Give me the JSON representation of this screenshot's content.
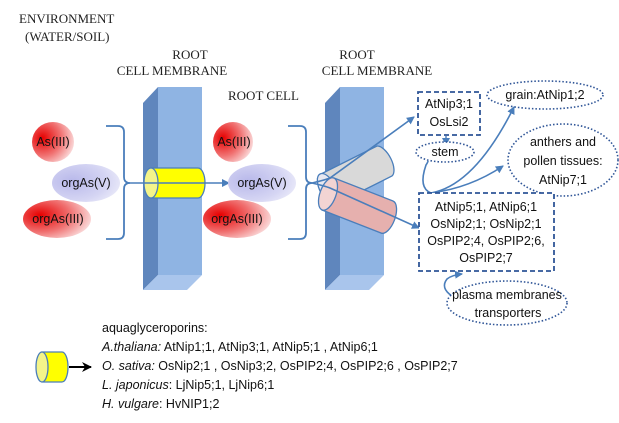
{
  "labels": {
    "environment": [
      "ENVIRONMENT",
      "(WATER/SOIL)"
    ],
    "membrane_left": [
      "ROOT",
      "CELL MEMBRANE"
    ],
    "membrane_right": [
      "ROOT",
      "CELL MEMBRANE"
    ],
    "root_cell": "ROOT CELL"
  },
  "molecules_outside": [
    "As(III)",
    "orgAs(V)",
    "orgAs(III)"
  ],
  "molecules_inside": [
    "As(III)",
    "orgAs(V)",
    "orgAs(III)"
  ],
  "boxes": {
    "stem_transporters": [
      "AtNip3;1",
      "OsLsi2"
    ],
    "plasma_transporters": [
      "AtNip5;1, AtNip6;1",
      "OsNip2;1; OsNip2;1",
      "OsPIP2;4, OsPIP2;6,",
      "OsPIP2;7"
    ]
  },
  "ovals": {
    "grain": "grain:AtNip1;2",
    "stem": "stem",
    "anthers": [
      "anthers and",
      "pollen tissues:",
      "AtNip7;1"
    ],
    "plasma": [
      "plasma membranes",
      "transporters"
    ]
  },
  "legend": {
    "title": "aquaglyceroporins:",
    "rows": [
      {
        "species": "A.thaliana:",
        "genes": " AtNip1;1, AtNip3;1, AtNip5;1 , AtNip6;1"
      },
      {
        "species": "O. sativa:",
        "genes": " OsNip2;1 , OsNip3;2, OsPIP2;4, OsPIP2;6 , OsPIP2;7"
      },
      {
        "species": "L. japonicus",
        "genes": ": LjNip5;1, LjNip6;1"
      },
      {
        "species": "H. vulgare",
        "genes": ": HvNIP1;2"
      }
    ]
  },
  "colors": {
    "membrane": "#8fb4e3",
    "membrane_dark": "#5f86bd",
    "channel_yellow": "#ffff00",
    "channel_gray": "#d9d9d9",
    "channel_pink": "#e6b0ae",
    "arrow_blue": "#4a7ebb",
    "box_border": "#2f5597",
    "red_molecule": "#e60000",
    "lavender_molecule": "#c9c9ef"
  }
}
